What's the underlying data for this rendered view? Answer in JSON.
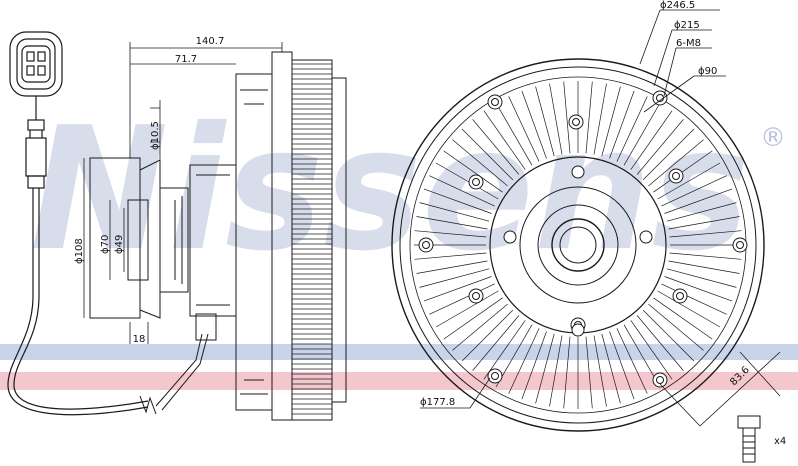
{
  "brand": {
    "watermark": "Nissens",
    "registered": "®",
    "watermark_color": "#b9c3dd",
    "stripe_blue": "#c9d3ea",
    "stripe_pink": "#f3c7cd"
  },
  "side_view": {
    "dim_overall_length": "140.7",
    "dim_hub_offset": "71.7",
    "dim_hole": "ϕ10.5",
    "dim_d108": "ϕ108",
    "dim_d70": "ϕ70",
    "dim_d49": "ϕ49",
    "dim_flange": "18"
  },
  "front_view": {
    "dim_outer": "ϕ246.5",
    "dim_fan_pcd": "ϕ215",
    "dim_bolts": "6-M8",
    "dim_center": "ϕ90",
    "dim_bottom": "ϕ177.8",
    "dim_diag": "83.6"
  },
  "hardware": {
    "bolt_qty": "x4"
  },
  "colors": {
    "line": "#1a1a1a"
  }
}
